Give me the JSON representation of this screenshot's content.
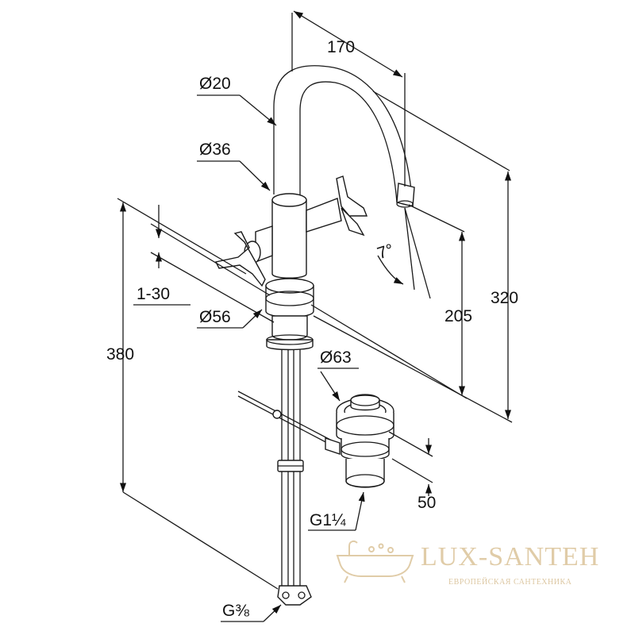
{
  "dimensions": {
    "d170": "170",
    "d20": "Ø20",
    "d36": "Ø36",
    "d56": "Ø56",
    "d63": "Ø63",
    "d1_30": "1-30",
    "d7": "7°",
    "d205": "205",
    "d320": "320",
    "d380": "380",
    "d50": "50",
    "g114": "G1¼",
    "g38": "G⅜"
  },
  "watermark": {
    "name": "LUX-SANTEH",
    "tagline": "ЕВРОПЕЙСКАЯ САНТЕХНИКА",
    "color": "#e0cca8"
  },
  "colors": {
    "line": "#1a1a1a",
    "text": "#111111",
    "background": "#ffffff"
  }
}
